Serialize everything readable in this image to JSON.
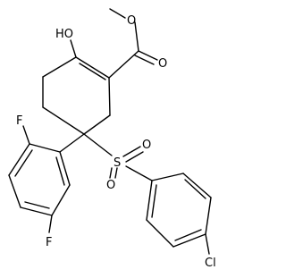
{
  "molecule": {
    "labels": {
      "hydroxyl": "HO",
      "carbonyl_oxygen": "O",
      "ester_oxygen": "O",
      "sulfur": "S",
      "sulfonyl_oxygen_right": "O",
      "sulfonyl_oxygen_bottom": "O",
      "fluorine_top": "F",
      "fluorine_bottom": "F",
      "chlorine": "Cl"
    },
    "colors": {
      "line": "#000000",
      "background": "#ffffff"
    }
  }
}
